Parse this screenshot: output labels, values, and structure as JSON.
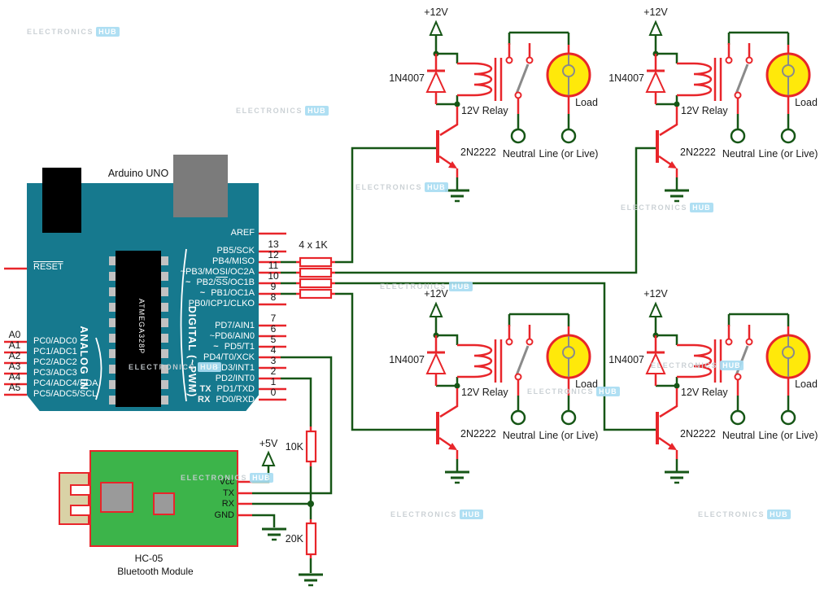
{
  "watermark": {
    "text": "ELECTRONICS",
    "badge": "HUB"
  },
  "colors": {
    "board_teal": "#16798e",
    "wire_green": "#165616",
    "component_red": "#e8252a",
    "load_yellow": "#ffe90a",
    "module_green": "#3cb44a",
    "watermark_blue": "#a9ddf3"
  },
  "arduino": {
    "title": "Arduino UNO",
    "chip": "ATMEGA328P",
    "analog_group": "ANALOG IN",
    "digital_group": "DIGITAL (~PWM)",
    "reset": "RESET",
    "aref": "AREF",
    "left_pins": [
      {
        "num": "A0",
        "label": "PC0/ADC0"
      },
      {
        "num": "A1",
        "label": "PC1/ADC1"
      },
      {
        "num": "A2",
        "label": "PC2/ADC2"
      },
      {
        "num": "A3",
        "label": "PC3/ADC3"
      },
      {
        "num": "A4",
        "label": "PC4/ADC4/SDA"
      },
      {
        "num": "A5",
        "label": "PC5/ADC5/SCL"
      }
    ],
    "right_pins": [
      {
        "num": "13",
        "prefix": "",
        "pre": "PB5/SCK",
        "ov": "",
        "post": ""
      },
      {
        "num": "12",
        "prefix": "",
        "pre": "PB4/MISO",
        "ov": "",
        "post": ""
      },
      {
        "num": "11",
        "prefix": "",
        "pre": "~PB3/MOSI/OC2A",
        "ov": "",
        "post": ""
      },
      {
        "num": "10",
        "prefix": "~",
        "pre": "PB2/",
        "ov": "SS",
        "post": "/OC1B"
      },
      {
        "num": "9",
        "prefix": "~",
        "pre": "PB1/OC1A",
        "ov": "",
        "post": ""
      },
      {
        "num": "8",
        "prefix": "",
        "pre": "PB0/ICP1/CLKO",
        "ov": "",
        "post": ""
      },
      {
        "num": "7",
        "prefix": "",
        "pre": "PD7/AIN1",
        "ov": "",
        "post": ""
      },
      {
        "num": "6",
        "prefix": "",
        "pre": "~PD6/AIN0",
        "ov": "",
        "post": ""
      },
      {
        "num": "5",
        "prefix": "~",
        "pre": "PD5/T1",
        "ov": "",
        "post": ""
      },
      {
        "num": "4",
        "prefix": "",
        "pre": "PD4/T0/XCK",
        "ov": "",
        "post": ""
      },
      {
        "num": "3",
        "prefix": "",
        "pre": "~PD3/INT1",
        "ov": "",
        "post": ""
      },
      {
        "num": "2",
        "prefix": "",
        "pre": "PD2/INT0",
        "ov": "",
        "post": ""
      },
      {
        "num": "1",
        "prefix": "TX",
        "pre": "PD1/TXD",
        "ov": "",
        "post": ""
      },
      {
        "num": "0",
        "prefix": "RX",
        "pre": "PD0/RXD",
        "ov": "",
        "post": ""
      }
    ]
  },
  "resistor_pack": {
    "label": "4 x 1K"
  },
  "divider": {
    "supply": "+5V",
    "r_top": "10K",
    "r_bottom": "20K"
  },
  "bluetooth": {
    "name": "HC-05",
    "subtitle": "Bluetooth Module",
    "pins": {
      "vcc": "Vcc",
      "tx": "TX",
      "rx": "RX",
      "gnd": "GND"
    }
  },
  "relay_unit": {
    "supply": "+12V",
    "diode": "1N4007",
    "relay": "12V Relay",
    "transistor": "2N2222",
    "neutral": "Neutral",
    "line": "Line (or Live)",
    "load": "Load"
  }
}
